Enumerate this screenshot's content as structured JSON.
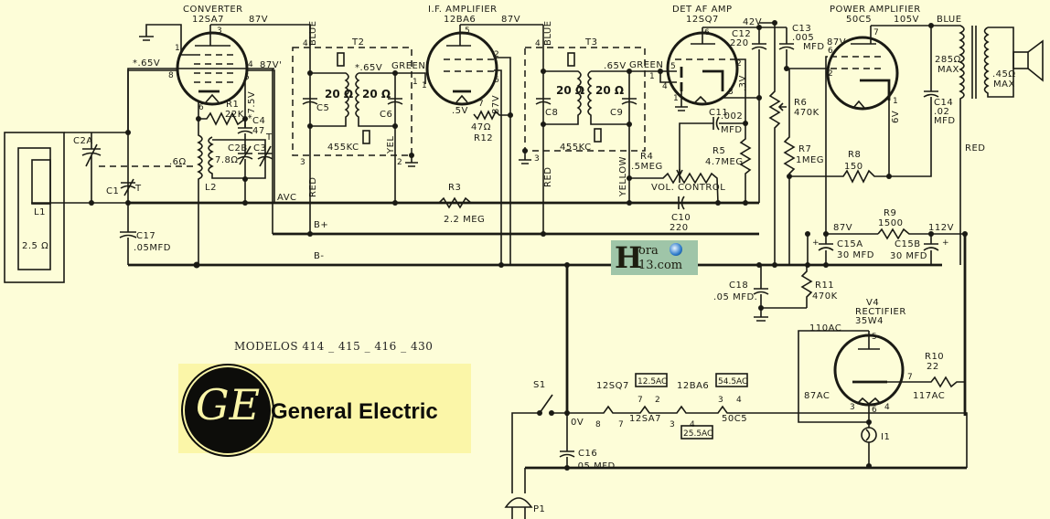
{
  "title": "General Electric radio schematic",
  "models": "MODELOS 414 _ 415 _ 416 _ 430",
  "brand": {
    "name": "General Electric",
    "logo_text": "GE"
  },
  "watermark": {
    "line1": "ora",
    "line2": "13.com",
    "initial": "H"
  },
  "colors": {
    "background": "#fdfdd8",
    "ink": "#1a1a14",
    "brand_box": "#fbf6a8",
    "watermark_bg": "#9fc5a8"
  },
  "tubes": {
    "converter": {
      "title": "CONVERTER",
      "type": "12SA7",
      "plate_v": "87V",
      "pins": [
        "1",
        "3",
        "4",
        "5",
        "6",
        "8"
      ],
      "grid_v": "*.65V",
      "screen_v": "87V'",
      "osc_v": "*7.5V"
    },
    "if_amp": {
      "title": "I.F. AMPLIFIER",
      "type": "12BA6",
      "plate_v": "87V",
      "pins": [
        "5",
        "2",
        "6",
        "7",
        "1"
      ],
      "cathode_v": ".5V",
      "screen_v": "87V"
    },
    "det_af": {
      "title": "DET AF AMP",
      "type": "12SQ7",
      "plate_v": "42V",
      "pins": [
        "6",
        "5",
        "4",
        "2",
        "3",
        "1"
      ],
      "cathode_v": ".3V"
    },
    "power_amp": {
      "title": "POWER AMPLIFIER",
      "type": "50C5",
      "plate_v": "105V",
      "screen_v": "87V",
      "pins": [
        "7",
        "6",
        "2",
        "1"
      ],
      "cathode_v": "6V"
    },
    "rectifier": {
      "title": "RECTIFIER",
      "ref": "V4",
      "type": "35W4",
      "pins": [
        "5",
        "7",
        "3",
        "6",
        "4"
      ],
      "v1": "110AC",
      "v2": "87AC",
      "v3": "117AC"
    }
  },
  "transformers": {
    "t2": {
      "ref": "T2",
      "freq": "455KC",
      "primary": "20 Ω",
      "secondary": "20 Ω",
      "sec_v": "*.65V",
      "wire_in": "BLUE",
      "wire_out": "GREEN",
      "wire_y": "YEL",
      "red": "RED",
      "pins": [
        "4",
        "3",
        "2",
        "1"
      ]
    },
    "t3": {
      "ref": "T3",
      "freq": "455KC",
      "primary": "20 Ω",
      "secondary": "20 Ω",
      "sec_v": ".65V",
      "wire_in": "BLUE",
      "wire_out": "GREEN",
      "wire_y": "YELLOW",
      "red": "RED",
      "pins": [
        "4",
        "3",
        "1"
      ]
    },
    "output": {
      "primary": "285Ω",
      "primary_note": "MAX",
      "secondary": ".45Ω",
      "secondary_note": "MAX",
      "wire_in": "BLUE",
      "wire_red": "RED"
    }
  },
  "components": {
    "L1": {
      "ref": "L1",
      "value": "2.5 Ω"
    },
    "L2": {
      "ref": "L2",
      "value_a": ".6Ω",
      "value_b": "7.8Ω"
    },
    "C1": {
      "ref": "C1",
      "mark": "T"
    },
    "C2A": {
      "ref": "C2A"
    },
    "C2B": {
      "ref": "C2B"
    },
    "C3": {
      "ref": "C3",
      "mark": "T"
    },
    "C4": {
      "ref": "C4",
      "value": "47"
    },
    "C5": {
      "ref": "C5"
    },
    "C6": {
      "ref": "C6"
    },
    "C8": {
      "ref": "C8"
    },
    "C9": {
      "ref": "C9"
    },
    "C10": {
      "ref": "C10",
      "value": "220"
    },
    "C11": {
      "ref": "C11",
      "value": ".002",
      "unit": "MFD"
    },
    "C12": {
      "ref": "C12",
      "value": "220"
    },
    "C13": {
      "ref": "C13",
      "value": ".005",
      "unit": "MFD"
    },
    "C14": {
      "ref": "C14",
      "value": ".02",
      "unit": "MFD"
    },
    "C15A": {
      "ref": "C15A",
      "value": "30 MFD"
    },
    "C15B": {
      "ref": "C15B",
      "value": "30 MFD"
    },
    "C16": {
      "ref": "C16",
      "value": ".05 MFD"
    },
    "C17": {
      "ref": "C17",
      "value": ".05MFD"
    },
    "C18": {
      "ref": "C18",
      "value": ".05 MFD."
    },
    "R1": {
      "ref": "R1",
      "value": "22K"
    },
    "R3": {
      "ref": "R3",
      "value": "2.2 MEG"
    },
    "R4": {
      "ref": "R4",
      "value": ".5MEG",
      "label": "VOL. CONTROL"
    },
    "R5": {
      "ref": "R5",
      "value": "4.7MEG"
    },
    "R6": {
      "ref": "R6",
      "value": "470K"
    },
    "R7": {
      "ref": "R7",
      "value": "1MEG"
    },
    "R8": {
      "ref": "R8",
      "value": "150"
    },
    "R9": {
      "ref": "R9",
      "value": "1500"
    },
    "R10": {
      "ref": "R10",
      "value": "22"
    },
    "R11": {
      "ref": "R11",
      "value": "470K"
    },
    "R12": {
      "ref": "R12",
      "value": "47Ω"
    },
    "S1": {
      "ref": "S1"
    },
    "P1": {
      "ref": "P1"
    },
    "I1": {
      "ref": "I1"
    }
  },
  "rails": {
    "avc": "AVC",
    "b_plus": "B+",
    "b_minus": "B-",
    "v87": "87V",
    "v112": "112V"
  },
  "heater_string": {
    "zero": "0V",
    "tubes": [
      {
        "type": "12SQ7",
        "pins": [
          "8",
          "7"
        ]
      },
      {
        "type": "12SA7",
        "pins": [
          "7",
          "2"
        ]
      },
      {
        "type": "12BA6",
        "pins": [
          "3",
          "4"
        ]
      },
      {
        "type": "50C5",
        "pins": [
          "3",
          "4"
        ]
      }
    ],
    "taps": [
      "12.5AC",
      "25.5AC",
      "54.5AC"
    ]
  }
}
